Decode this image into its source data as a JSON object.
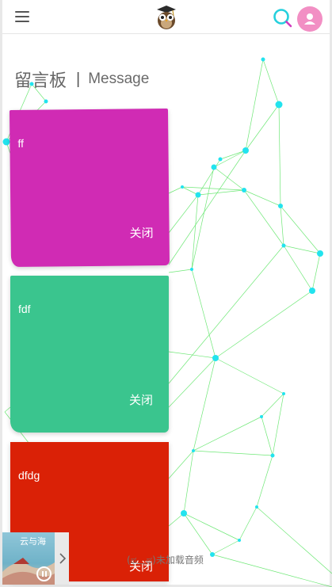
{
  "header": {
    "menu_icon": "hamburger-menu-icon",
    "logo_icon": "owl-logo-icon",
    "search_icon": "search-icon",
    "user_icon": "user-avatar-icon",
    "accent": "#25d0dd",
    "avatar_color": "#f28fc4"
  },
  "page": {
    "title_cn": "留言板",
    "separator": "|",
    "title_en": "Message"
  },
  "messages": [
    {
      "text": "ff",
      "close_label": "关闭",
      "color": "#d02bb4"
    },
    {
      "text": "fdf",
      "close_label": "关闭",
      "color": "#3ac58e"
    },
    {
      "text": "dfdg",
      "close_label": "关闭",
      "color": "#da2106"
    }
  ],
  "player": {
    "album_title": "云与海",
    "pause_icon": "pause-icon",
    "expand_icon": "chevron-right-icon",
    "status_text": "(ಥ﹏ಥ)未加载音频"
  }
}
